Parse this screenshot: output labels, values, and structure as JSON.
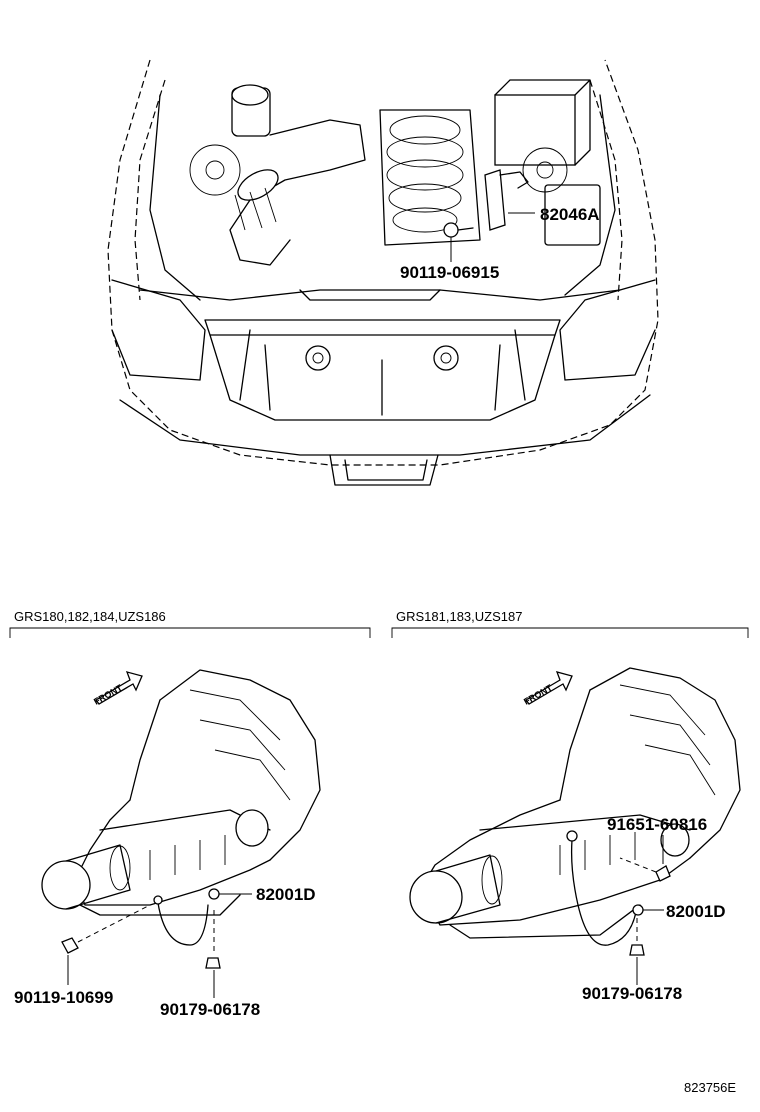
{
  "diagram": {
    "reference_code": "823756E",
    "engine_bay": {
      "labels": [
        {
          "id": "bracket",
          "text": "82046A"
        },
        {
          "id": "screw",
          "text": "90119-06915"
        }
      ]
    },
    "left_panel": {
      "variant": "GRS180,182,184,UZS186",
      "front_text": "FRONT",
      "labels": [
        {
          "id": "wire",
          "text": "82001D"
        },
        {
          "id": "bolt",
          "text": "90119-10699"
        },
        {
          "id": "nut",
          "text": "90179-06178"
        }
      ]
    },
    "right_panel": {
      "variant": "GRS181,183,UZS187",
      "front_text": "FRONT",
      "labels": [
        {
          "id": "plug",
          "text": "91651-60816"
        },
        {
          "id": "wire",
          "text": "82001D"
        },
        {
          "id": "nut",
          "text": "90179-06178"
        }
      ]
    }
  }
}
